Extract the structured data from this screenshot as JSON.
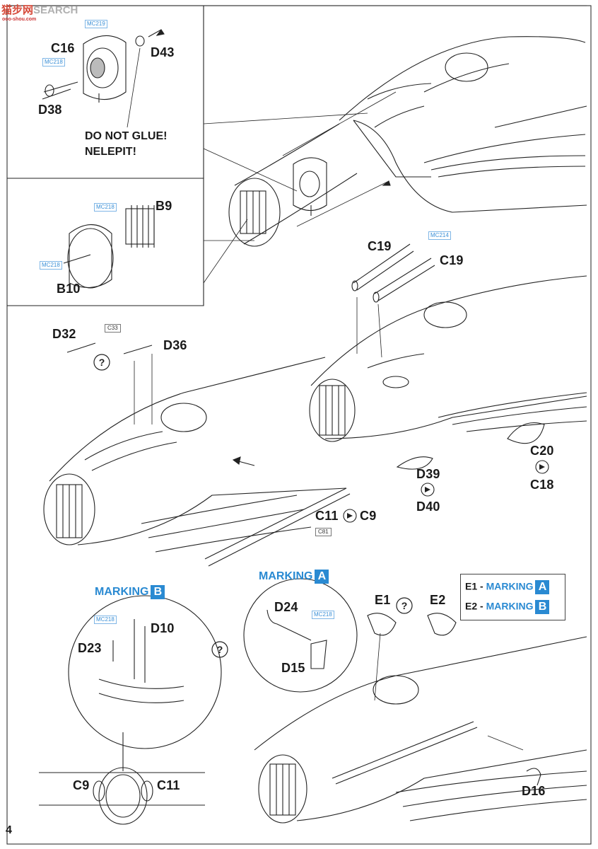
{
  "watermark": {
    "brand": "SEARCH",
    "cn": "猫步网",
    "sub": "ooo-shou.com"
  },
  "page_number": "4",
  "notes": {
    "do_not_glue_en": "DO NOT GLUE!",
    "do_not_glue_cz": "NELEPIT!"
  },
  "parts": {
    "c16": "C16",
    "d43": "D43",
    "d38": "D38",
    "b9": "B9",
    "b10": "B10",
    "c19a": "C19",
    "c19b": "C19",
    "d32": "D32",
    "d36": "D36",
    "c20": "C20",
    "c18": "C18",
    "d39": "D39",
    "d40": "D40",
    "c11": "C11",
    "c9": "C9",
    "d24": "D24",
    "d15": "D15",
    "d10": "D10",
    "d23": "D23",
    "e1": "E1",
    "e2": "E2",
    "d16": "D16",
    "c9b": "C9",
    "c11b": "C11"
  },
  "color_refs": {
    "mc219": "MC219",
    "mc218a": "MC218",
    "mc218b": "MC218",
    "mc218c": "MC218",
    "mc214": "MC214",
    "mc218d": "MC218",
    "mc218e": "MC218"
  },
  "part_refs": {
    "c33": "C33",
    "c81": "C81"
  },
  "marking": {
    "a_label": "MARKING",
    "a_badge": "A",
    "b_label": "MARKING",
    "b_badge": "B"
  },
  "legend": {
    "row1_key": "E1 -",
    "row1_val": "MARKING",
    "row1_badge": "A",
    "row2_key": "E2 -",
    "row2_val": "MARKING",
    "row2_badge": "B"
  },
  "colors": {
    "accent": "#2a8ad2",
    "ink": "#1a1a1a",
    "mc_blue": "#3a8fd6"
  },
  "icons": [
    "question-mark-icon",
    "arrow-reference-icon"
  ]
}
